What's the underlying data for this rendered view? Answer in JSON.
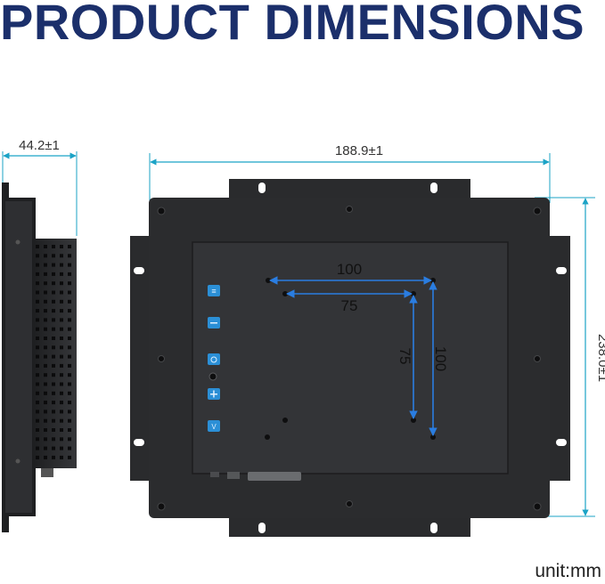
{
  "title": "PRODUCT DIMENSIONS",
  "unit": "unit:mm",
  "dimensions": {
    "depth": "44.2±1",
    "width": "188.9±1",
    "height": "238.0±1"
  },
  "vesa": {
    "outer_h": "100",
    "inner_h": "75",
    "inner_v": "75",
    "outer_v": "100"
  },
  "colors": {
    "title": "#1b2f6b",
    "dimension_line": "#1ba3c6",
    "vesa_arrow": "#2a7de1",
    "device_body": "#2b2c2e",
    "button": "#2b8fd6"
  },
  "icons": {
    "buttons": [
      "menu-icon",
      "minus-icon",
      "power-icon",
      "plus-icon",
      "input-icon"
    ]
  }
}
